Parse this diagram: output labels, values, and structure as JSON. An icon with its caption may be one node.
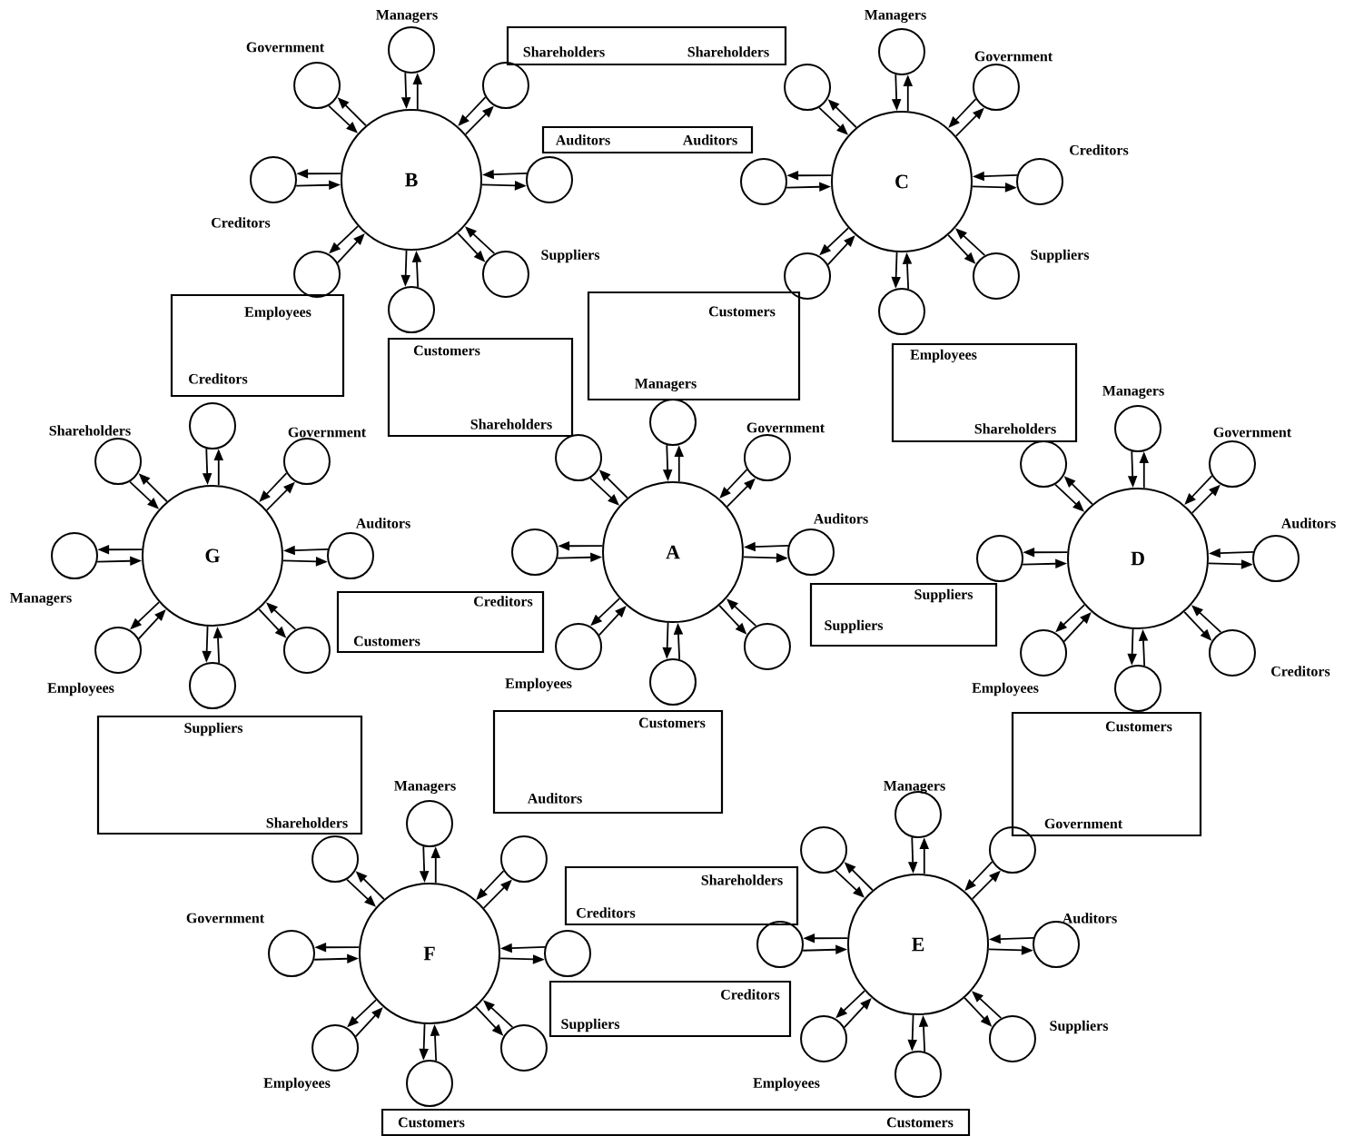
{
  "diagram": {
    "nodes": [
      {
        "text": [
          "B"
        ]
      },
      {
        "text": [],
        "shape": "circle",
        "beside": [
          "Managers"
        ]
      },
      {
        "text": [],
        "shape": "circle"
      },
      {
        "text": [],
        "shape": "circle"
      },
      {
        "text": [],
        "shape": "circle",
        "beside": [
          "Suppliers"
        ]
      },
      {
        "text": [],
        "shape": "circle"
      },
      {
        "text": [],
        "shape": "circle"
      },
      {
        "text": [],
        "shape": "circle",
        "beside": [
          "Creditors"
        ]
      },
      {
        "text": [],
        "shape": "circle",
        "beside": [
          "Government"
        ]
      },
      {
        "text": [
          "C"
        ]
      },
      {
        "text": [],
        "shape": "circle",
        "beside": [
          "Managers"
        ]
      },
      {
        "text": [],
        "shape": "circle",
        "beside": [
          "Government"
        ]
      },
      {
        "text": [],
        "shape": "circle",
        "beside": [
          "Creditors"
        ]
      },
      {
        "text": [],
        "shape": "circle",
        "beside": [
          "Suppliers"
        ]
      },
      {
        "text": [],
        "shape": "circle"
      },
      {
        "text": [],
        "shape": "circle"
      },
      {
        "text": [],
        "shape": "circle"
      },
      {
        "text": [],
        "shape": "circle"
      },
      {
        "text": [
          "G"
        ]
      },
      {
        "text": [],
        "shape": "circle"
      },
      {
        "text": [],
        "shape": "circle",
        "beside": [
          "Government"
        ]
      },
      {
        "text": [],
        "shape": "circle",
        "beside": [
          "Auditors"
        ]
      },
      {
        "text": [],
        "shape": "circle"
      },
      {
        "text": [],
        "shape": "circle"
      },
      {
        "text": [],
        "shape": "circle",
        "beside": [
          "Employees"
        ]
      },
      {
        "text": [],
        "shape": "circle",
        "beside": [
          "Managers"
        ]
      },
      {
        "text": [],
        "shape": "circle",
        "beside": [
          "Shareholders"
        ]
      },
      {
        "text": [
          "A"
        ]
      },
      {
        "text": [],
        "shape": "circle"
      },
      {
        "text": [],
        "shape": "circle",
        "beside": [
          "Government"
        ]
      },
      {
        "text": [],
        "shape": "circle",
        "beside": [
          "Auditors"
        ]
      },
      {
        "text": [],
        "shape": "circle"
      },
      {
        "text": [],
        "shape": "circle"
      },
      {
        "text": [],
        "shape": "circle",
        "beside": [
          "Employees"
        ]
      },
      {
        "text": [],
        "shape": "circle"
      },
      {
        "text": [],
        "shape": "circle"
      },
      {
        "text": [
          "D"
        ]
      },
      {
        "text": [],
        "shape": "circle",
        "beside": [
          "Managers"
        ]
      },
      {
        "text": [],
        "shape": "circle",
        "beside": [
          "Government"
        ]
      },
      {
        "text": [],
        "shape": "circle",
        "beside": [
          "Auditors"
        ]
      },
      {
        "text": [],
        "shape": "circle",
        "beside": [
          "Creditors"
        ]
      },
      {
        "text": [],
        "shape": "circle"
      },
      {
        "text": [],
        "shape": "circle",
        "beside": [
          "Employees"
        ]
      },
      {
        "text": [],
        "shape": "circle"
      },
      {
        "text": [],
        "shape": "circle"
      },
      {
        "text": [
          "F"
        ]
      },
      {
        "text": [],
        "shape": "circle",
        "beside": [
          "Managers"
        ]
      },
      {
        "text": [],
        "shape": "circle"
      },
      {
        "text": [],
        "shape": "circle"
      },
      {
        "text": [],
        "shape": "circle"
      },
      {
        "text": [],
        "shape": "circle"
      },
      {
        "text": [],
        "shape": "circle",
        "beside": [
          "Employees"
        ]
      },
      {
        "text": [],
        "shape": "circle",
        "beside": [
          "Government"
        ]
      },
      {
        "text": [],
        "shape": "circle"
      },
      {
        "text": [
          "E"
        ]
      },
      {
        "text": [],
        "shape": "circle",
        "beside": [
          "Managers"
        ]
      },
      {
        "text": [],
        "shape": "circle"
      },
      {
        "text": [],
        "shape": "circle",
        "beside": [
          "Auditors"
        ]
      },
      {
        "text": [],
        "shape": "circle",
        "beside": [
          "Suppliers"
        ]
      },
      {
        "text": [],
        "shape": "circle"
      },
      {
        "text": [],
        "shape": "circle",
        "beside": [
          "Employees"
        ]
      },
      {
        "text": [],
        "shape": "circle"
      },
      {
        "text": [],
        "shape": "circle"
      },
      {
        "text": [
          "Shareholders",
          "Shareholders"
        ]
      },
      {
        "text": [
          "Auditors",
          "Auditors"
        ]
      },
      {
        "text": [
          "Customers",
          "Managers"
        ]
      },
      {
        "text": [
          "Employees",
          "Creditors"
        ]
      },
      {
        "text": [
          "Customers",
          "Shareholders"
        ]
      },
      {
        "text": [
          "Employees",
          "Shareholders"
        ]
      },
      {
        "text": [
          "Suppliers",
          "Suppliers"
        ]
      },
      {
        "text": [
          "Creditors",
          "Customers"
        ]
      },
      {
        "text": [
          "Customers",
          "Auditors"
        ]
      },
      {
        "text": [
          "Customers",
          "Government"
        ]
      },
      {
        "text": [
          "Suppliers",
          "Shareholders"
        ]
      },
      {
        "text": [
          "Shareholders",
          "Creditors"
        ]
      },
      {
        "text": [
          "Creditors",
          "Suppliers"
        ]
      },
      {
        "text": [
          "Customers",
          "Customers"
        ]
      }
    ],
    "edges": [
      {
        "from": 0,
        "to": 1,
        "arrow": "to"
      },
      {
        "from": 1,
        "to": 0,
        "arrow": "to"
      },
      {
        "from": 0,
        "to": 2,
        "arrow": "to"
      },
      {
        "from": 2,
        "to": 0,
        "arrow": "to"
      },
      {
        "from": 0,
        "to": 3,
        "arrow": "to"
      },
      {
        "from": 3,
        "to": 0,
        "arrow": "to"
      },
      {
        "from": 0,
        "to": 4,
        "arrow": "to"
      },
      {
        "from": 4,
        "to": 0,
        "arrow": "to"
      },
      {
        "from": 0,
        "to": 5,
        "arrow": "to"
      },
      {
        "from": 5,
        "to": 0,
        "arrow": "to"
      },
      {
        "from": 0,
        "to": 6,
        "arrow": "to"
      },
      {
        "from": 6,
        "to": 0,
        "arrow": "to"
      },
      {
        "from": 0,
        "to": 7,
        "arrow": "to"
      },
      {
        "from": 7,
        "to": 0,
        "arrow": "to"
      },
      {
        "from": 0,
        "to": 8,
        "arrow": "to"
      },
      {
        "from": 8,
        "to": 0,
        "arrow": "to"
      },
      {
        "from": 9,
        "to": 10,
        "arrow": "to"
      },
      {
        "from": 10,
        "to": 9,
        "arrow": "to"
      },
      {
        "from": 9,
        "to": 11,
        "arrow": "to"
      },
      {
        "from": 11,
        "to": 9,
        "arrow": "to"
      },
      {
        "from": 9,
        "to": 12,
        "arrow": "to"
      },
      {
        "from": 12,
        "to": 9,
        "arrow": "to"
      },
      {
        "from": 9,
        "to": 13,
        "arrow": "to"
      },
      {
        "from": 13,
        "to": 9,
        "arrow": "to"
      },
      {
        "from": 9,
        "to": 14,
        "arrow": "to"
      },
      {
        "from": 14,
        "to": 9,
        "arrow": "to"
      },
      {
        "from": 9,
        "to": 15,
        "arrow": "to"
      },
      {
        "from": 15,
        "to": 9,
        "arrow": "to"
      },
      {
        "from": 9,
        "to": 16,
        "arrow": "to"
      },
      {
        "from": 16,
        "to": 9,
        "arrow": "to"
      },
      {
        "from": 9,
        "to": 17,
        "arrow": "to"
      },
      {
        "from": 17,
        "to": 9,
        "arrow": "to"
      },
      {
        "from": 18,
        "to": 19,
        "arrow": "to"
      },
      {
        "from": 19,
        "to": 18,
        "arrow": "to"
      },
      {
        "from": 18,
        "to": 20,
        "arrow": "to"
      },
      {
        "from": 20,
        "to": 18,
        "arrow": "to"
      },
      {
        "from": 18,
        "to": 21,
        "arrow": "to"
      },
      {
        "from": 21,
        "to": 18,
        "arrow": "to"
      },
      {
        "from": 18,
        "to": 22,
        "arrow": "to"
      },
      {
        "from": 22,
        "to": 18,
        "arrow": "to"
      },
      {
        "from": 18,
        "to": 23,
        "arrow": "to"
      },
      {
        "from": 23,
        "to": 18,
        "arrow": "to"
      },
      {
        "from": 18,
        "to": 24,
        "arrow": "to"
      },
      {
        "from": 24,
        "to": 18,
        "arrow": "to"
      },
      {
        "from": 18,
        "to": 25,
        "arrow": "to"
      },
      {
        "from": 25,
        "to": 18,
        "arrow": "to"
      },
      {
        "from": 18,
        "to": 26,
        "arrow": "to"
      },
      {
        "from": 26,
        "to": 18,
        "arrow": "to"
      },
      {
        "from": 27,
        "to": 28,
        "arrow": "to"
      },
      {
        "from": 28,
        "to": 27,
        "arrow": "to"
      },
      {
        "from": 27,
        "to": 29,
        "arrow": "to"
      },
      {
        "from": 29,
        "to": 27,
        "arrow": "to"
      },
      {
        "from": 27,
        "to": 30,
        "arrow": "to"
      },
      {
        "from": 30,
        "to": 27,
        "arrow": "to"
      },
      {
        "from": 27,
        "to": 31,
        "arrow": "to"
      },
      {
        "from": 31,
        "to": 27,
        "arrow": "to"
      },
      {
        "from": 27,
        "to": 32,
        "arrow": "to"
      },
      {
        "from": 32,
        "to": 27,
        "arrow": "to"
      },
      {
        "from": 27,
        "to": 33,
        "arrow": "to"
      },
      {
        "from": 33,
        "to": 27,
        "arrow": "to"
      },
      {
        "from": 27,
        "to": 34,
        "arrow": "to"
      },
      {
        "from": 34,
        "to": 27,
        "arrow": "to"
      },
      {
        "from": 27,
        "to": 35,
        "arrow": "to"
      },
      {
        "from": 35,
        "to": 27,
        "arrow": "to"
      },
      {
        "from": 36,
        "to": 37,
        "arrow": "to"
      },
      {
        "from": 37,
        "to": 36,
        "arrow": "to"
      },
      {
        "from": 36,
        "to": 38,
        "arrow": "to"
      },
      {
        "from": 38,
        "to": 36,
        "arrow": "to"
      },
      {
        "from": 36,
        "to": 39,
        "arrow": "to"
      },
      {
        "from": 39,
        "to": 36,
        "arrow": "to"
      },
      {
        "from": 36,
        "to": 40,
        "arrow": "to"
      },
      {
        "from": 40,
        "to": 36,
        "arrow": "to"
      },
      {
        "from": 36,
        "to": 41,
        "arrow": "to"
      },
      {
        "from": 41,
        "to": 36,
        "arrow": "to"
      },
      {
        "from": 36,
        "to": 42,
        "arrow": "to"
      },
      {
        "from": 42,
        "to": 36,
        "arrow": "to"
      },
      {
        "from": 36,
        "to": 43,
        "arrow": "to"
      },
      {
        "from": 43,
        "to": 36,
        "arrow": "to"
      },
      {
        "from": 36,
        "to": 44,
        "arrow": "to"
      },
      {
        "from": 44,
        "to": 36,
        "arrow": "to"
      },
      {
        "from": 45,
        "to": 46,
        "arrow": "to"
      },
      {
        "from": 46,
        "to": 45,
        "arrow": "to"
      },
      {
        "from": 45,
        "to": 47,
        "arrow": "to"
      },
      {
        "from": 47,
        "to": 45,
        "arrow": "to"
      },
      {
        "from": 45,
        "to": 48,
        "arrow": "to"
      },
      {
        "from": 48,
        "to": 45,
        "arrow": "to"
      },
      {
        "from": 45,
        "to": 49,
        "arrow": "to"
      },
      {
        "from": 49,
        "to": 45,
        "arrow": "to"
      },
      {
        "from": 45,
        "to": 50,
        "arrow": "to"
      },
      {
        "from": 50,
        "to": 45,
        "arrow": "to"
      },
      {
        "from": 45,
        "to": 51,
        "arrow": "to"
      },
      {
        "from": 51,
        "to": 45,
        "arrow": "to"
      },
      {
        "from": 45,
        "to": 52,
        "arrow": "to"
      },
      {
        "from": 52,
        "to": 45,
        "arrow": "to"
      },
      {
        "from": 45,
        "to": 53,
        "arrow": "to"
      },
      {
        "from": 53,
        "to": 45,
        "arrow": "to"
      },
      {
        "from": 54,
        "to": 55,
        "arrow": "to"
      },
      {
        "from": 55,
        "to": 54,
        "arrow": "to"
      },
      {
        "from": 54,
        "to": 56,
        "arrow": "to"
      },
      {
        "from": 56,
        "to": 54,
        "arrow": "to"
      },
      {
        "from": 54,
        "to": 57,
        "arrow": "to"
      },
      {
        "from": 57,
        "to": 54,
        "arrow": "to"
      },
      {
        "from": 54,
        "to": 58,
        "arrow": "to"
      },
      {
        "from": 58,
        "to": 54,
        "arrow": "to"
      },
      {
        "from": 54,
        "to": 59,
        "arrow": "to"
      },
      {
        "from": 59,
        "to": 54,
        "arrow": "to"
      },
      {
        "from": 54,
        "to": 60,
        "arrow": "to"
      },
      {
        "from": 60,
        "to": 54,
        "arrow": "to"
      },
      {
        "from": 54,
        "to": 61,
        "arrow": "to"
      },
      {
        "from": 61,
        "to": 54,
        "arrow": "to"
      },
      {
        "from": 54,
        "to": 62,
        "arrow": "to"
      },
      {
        "from": 62,
        "to": 54,
        "arrow": "to"
      }
    ]
  }
}
